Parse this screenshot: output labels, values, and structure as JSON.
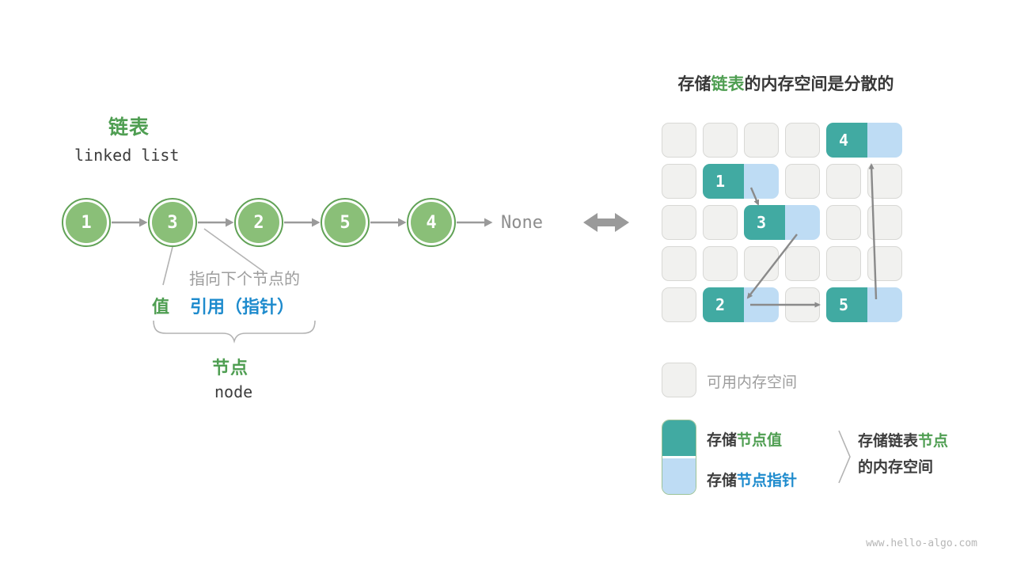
{
  "palette": {
    "green_text": "#4f9e52",
    "blue_text": "#1e8bcd",
    "teal_cell": "#41aaa2",
    "light_blue_cell": "#bedcf4",
    "free_cell": "#f1f1ef",
    "node_fill": "#8abf78",
    "node_ring": "#61a256",
    "arrow_gray": "#8a8a8a"
  },
  "linked_list": {
    "title_zh": "链表",
    "title_en": "linked list",
    "nodes": [
      "1",
      "3",
      "2",
      "5",
      "4"
    ],
    "tail": "None",
    "pointer_note": "指向下个节点的",
    "value_label": "值",
    "ref_label": "引用（指针）",
    "node_zh": "节点",
    "node_en": "node"
  },
  "memory": {
    "title": {
      "pre": "存储",
      "green": "链表",
      "mid": "的内存空间是",
      "bold": "分散",
      "post": "的"
    },
    "grid": {
      "rows": 5,
      "cols": 6,
      "cells": [
        [
          "free",
          "free",
          "free",
          "free",
          "value:4",
          "pointer"
        ],
        [
          "free",
          "value:1",
          "pointer",
          "free",
          "free",
          "free"
        ],
        [
          "free",
          "free",
          "value:3",
          "pointer",
          "free",
          "free"
        ],
        [
          "free",
          "free",
          "free",
          "free",
          "free",
          "free"
        ],
        [
          "free",
          "value:2",
          "pointer",
          "free",
          "value:5",
          "pointer"
        ]
      ]
    }
  },
  "legend": {
    "free_label": "可用内存空间",
    "value_prefix": "存储",
    "value_word": "节点值",
    "pointer_prefix": "存储",
    "pointer_word": "节点指针",
    "note_line1_pre": "存储链表",
    "note_line1_bold": "节点",
    "note_line2": "的内存空间"
  },
  "watermark": "www.hello-algo.com"
}
